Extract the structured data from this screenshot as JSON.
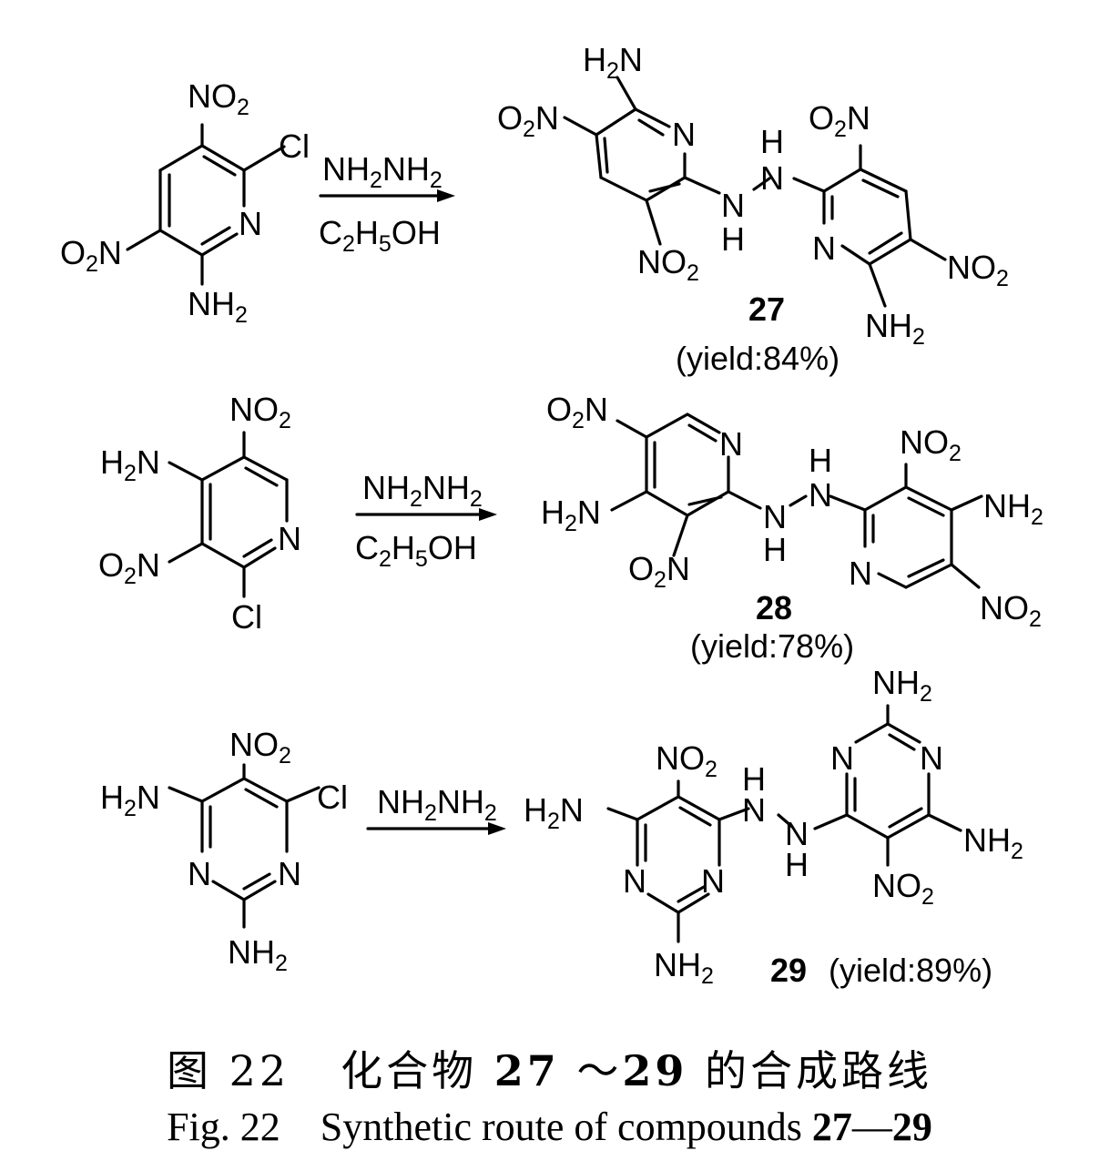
{
  "reactions": [
    {
      "reagent_top": "NH2NH2",
      "reagent_bottom": "C2H5OH",
      "product_number": "27",
      "product_yield": "(yield:84%)"
    },
    {
      "reagent_top": "NH2NH2",
      "reagent_bottom": "C2H5OH",
      "product_number": "28",
      "product_yield": "(yield:78%)"
    },
    {
      "reagent_top": "NH2NH2",
      "reagent_bottom": "",
      "product_number": "29",
      "product_yield": "(yield:89%)"
    }
  ],
  "caption": {
    "cn_prefix": "图 22",
    "cn_text_a": "化合物",
    "cn_bold_a": "27",
    "cn_sep": "～",
    "cn_bold_b": "29",
    "cn_text_b": "的合成路线",
    "en_prefix": "Fig. 22",
    "en_text": "Synthetic route of compounds",
    "en_bold_a": "27",
    "en_sep": "—",
    "en_bold_b": "29"
  }
}
